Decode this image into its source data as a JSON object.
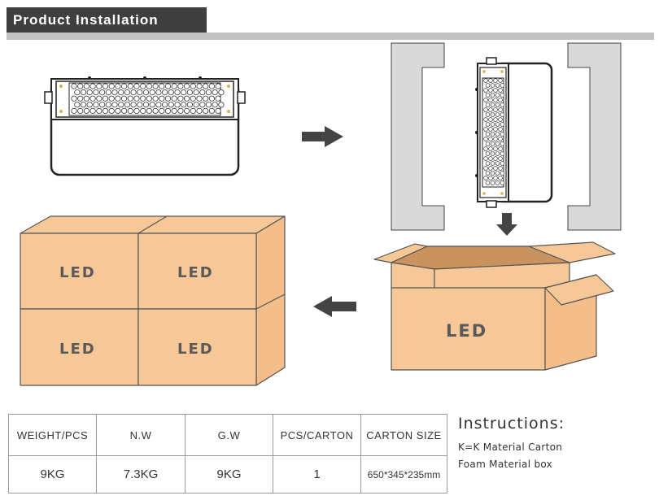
{
  "header": {
    "title": "Product Installation"
  },
  "boxes": {
    "label": "LED"
  },
  "table": {
    "headers": [
      "WEIGHT/PCS",
      "N.W",
      "G.W",
      "PCS/CARTON",
      "CARTON SIZE"
    ],
    "values": [
      "9KG",
      "7.3KG",
      "9KG",
      "1",
      "650*345*235mm"
    ]
  },
  "instructions": {
    "title": "Instructions:",
    "lines": [
      "K=K Material Carton",
      "Foam Material box"
    ]
  }
}
